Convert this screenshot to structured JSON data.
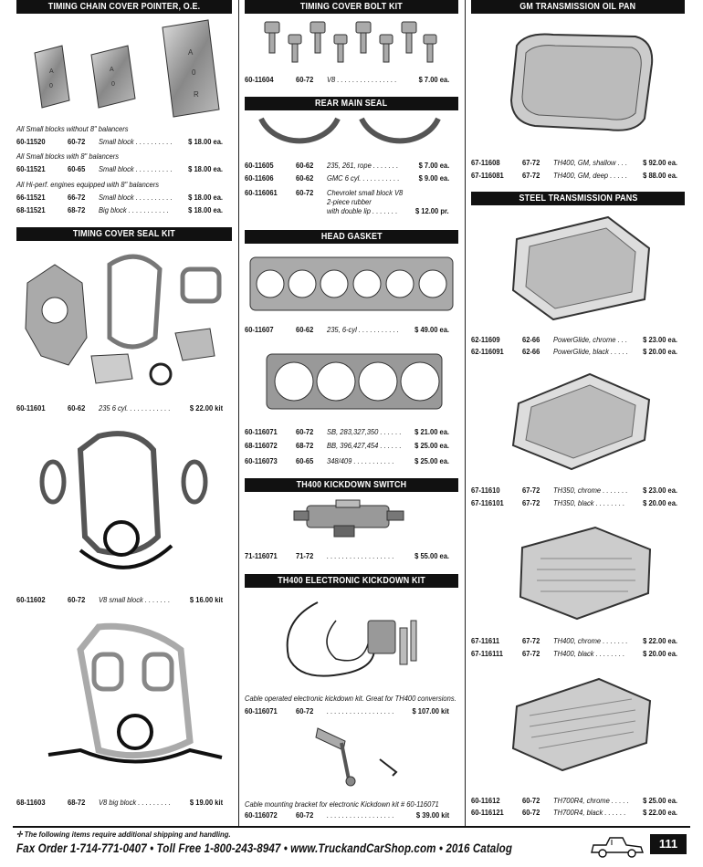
{
  "page_number": "111",
  "footnote": "✢ The following items require additional shipping and handling.",
  "footer": "Fax Order  1-714-771-0407  •  Toll Free  1-800-243-8947  •  www.TruckandCarShop.com  •  2016 Catalog",
  "col1": {
    "timing_chain": {
      "header": "TIMING CHAIN COVER POINTER, O.E.",
      "note1": "All Small blocks without 8\" balancers",
      "row1": {
        "pn": "60-11520",
        "yr": "60-72",
        "desc": "Small block . . . . . . . . . .",
        "price": "$   18.00  ea."
      },
      "note2": "All Small blocks with 8\" balancers",
      "row2": {
        "pn": "60-11521",
        "yr": "60-65",
        "desc": "Small block . . . . . . . . . .",
        "price": "$   18.00  ea."
      },
      "note3": "All Hi-perf. engines equipped with 8\" balancers",
      "row3": {
        "pn": "66-11521",
        "yr": "66-72",
        "desc": "Small block . . . . . . . . . .",
        "price": "$   18.00  ea."
      },
      "row4": {
        "pn": "68-11521",
        "yr": "68-72",
        "desc": "Big block . . . . . . . . . . .",
        "price": "$   18.00  ea."
      }
    },
    "seal_kit": {
      "header": "TIMING COVER SEAL KIT",
      "row1": {
        "pn": "60-11601",
        "yr": "60-62",
        "desc": "235 6 cyl. . . . . . . . . . . .",
        "price": "$   22.00   kit"
      },
      "row2": {
        "pn": "60-11602",
        "yr": "60-72",
        "desc": "V8 small block  . . . . . . .",
        "price": "$   16.00   kit"
      },
      "row3": {
        "pn": "68-11603",
        "yr": "68-72",
        "desc": "V8 big block . . . . . . . . .",
        "price": "$   19.00   kit"
      }
    }
  },
  "col2": {
    "bolt_kit": {
      "header": "TIMING COVER BOLT KIT",
      "row1": {
        "pn": "60-11604",
        "yr": "60-72",
        "desc": "V8 . . . . . . . . . . . . . . . .",
        "price": "$     7.00  ea."
      }
    },
    "rear_seal": {
      "header": "REAR MAIN SEAL",
      "row1": {
        "pn": "60-11605",
        "yr": "60-62",
        "desc": "235, 261, rope  . . . . . . .",
        "price": "$     7.00  ea."
      },
      "row2": {
        "pn": "60-11606",
        "yr": "60-62",
        "desc": "GMC 6 cyl. . . . . . . . . . .",
        "price": "$     9.00  ea."
      },
      "row3": {
        "pn": "60-116061",
        "yr": "60-72",
        "desc1": "Chevrolet small block V8",
        "desc2": "2-piece rubber",
        "desc3": "with double lip  . . . . . . .",
        "price": "$   12.00   pr."
      }
    },
    "head_gasket": {
      "header": "HEAD GASKET",
      "row1": {
        "pn": "60-11607",
        "yr": "60-62",
        "desc": "235, 6-cyl . . . . . . . . . . .",
        "price": "$   49.00  ea."
      },
      "row2": {
        "pn": "60-116071",
        "yr": "60-72",
        "desc": "SB, 283,327,350 . . . . . .",
        "price": "$   21.00  ea."
      },
      "row3": {
        "pn": "68-116072",
        "yr": "68-72",
        "desc": "BB, 396,427,454 . . . . . .",
        "price": "$   25.00  ea."
      },
      "row4": {
        "pn": "60-116073",
        "yr": "60-65",
        "desc": "348/409  . . . . . . . . . . .",
        "price": "$   25.00  ea."
      }
    },
    "kickdown": {
      "header": "TH400 KICKDOWN SWITCH",
      "row1": {
        "pn": "71-116071",
        "yr": "71-72",
        "desc": ". . . . . . . . . . . . . . . . . .",
        "price": "$   55.00  ea."
      }
    },
    "electronic": {
      "header": "TH400 ELECTRONIC KICKDOWN KIT",
      "note1": "Cable operated electronic kickdown kit.  Great for TH400 conversions.",
      "row1": {
        "pn": "60-116071",
        "yr": "60-72",
        "desc": ". . . . . . . . . . . . . . . . . .",
        "price": "$ 107.00   kit"
      },
      "note2": "Cable mounting bracket for electronic Kickdown kit # 60-116071",
      "row2": {
        "pn": "60-116072",
        "yr": "60-72",
        "desc": ". . . . . . . . . . . . . . . . . .",
        "price": "$   39.00   kit"
      }
    }
  },
  "col3": {
    "oil_pan": {
      "header": "GM TRANSMISSION OIL PAN",
      "row1": {
        "pn": "67-11608",
        "yr": "67-72",
        "desc": "TH400, GM, shallow . . .",
        "price": "$   92.00  ea."
      },
      "row2": {
        "pn": "67-116081",
        "yr": "67-72",
        "desc": "TH400, GM, deep  . . . . .",
        "price": "$   88.00  ea."
      }
    },
    "steel_pans": {
      "header": "STEEL TRANSMISSION PANS",
      "row1": {
        "pn": "62-11609",
        "yr": "62-66",
        "desc": "PowerGlide, chrome  . . .",
        "price": "$   23.00  ea."
      },
      "row2": {
        "pn": "62-116091",
        "yr": "62-66",
        "desc": "PowerGlide, black . . . . .",
        "price": "$   20.00  ea."
      },
      "row3": {
        "pn": "67-11610",
        "yr": "67-72",
        "desc": "TH350, chrome . . . . . . .",
        "price": "$   23.00  ea."
      },
      "row4": {
        "pn": "67-116101",
        "yr": "67-72",
        "desc": "TH350, black  . . . . . . . .",
        "price": "$   20.00  ea."
      },
      "row5": {
        "pn": "67-11611",
        "yr": "67-72",
        "desc": "TH400, chrome . . . . . . .",
        "price": "$   22.00  ea."
      },
      "row6": {
        "pn": "67-116111",
        "yr": "67-72",
        "desc": "TH400, black  . . . . . . . .",
        "price": "$   20.00  ea."
      },
      "row7": {
        "pn": "60-11612",
        "yr": "60-72",
        "desc": "TH700R4, chrome . . . . .",
        "price": "$   25.00  ea."
      },
      "row8": {
        "pn": "60-116121",
        "yr": "60-72",
        "desc": "TH700R4, black  . . . . . .",
        "price": "$   22.00  ea."
      }
    }
  }
}
